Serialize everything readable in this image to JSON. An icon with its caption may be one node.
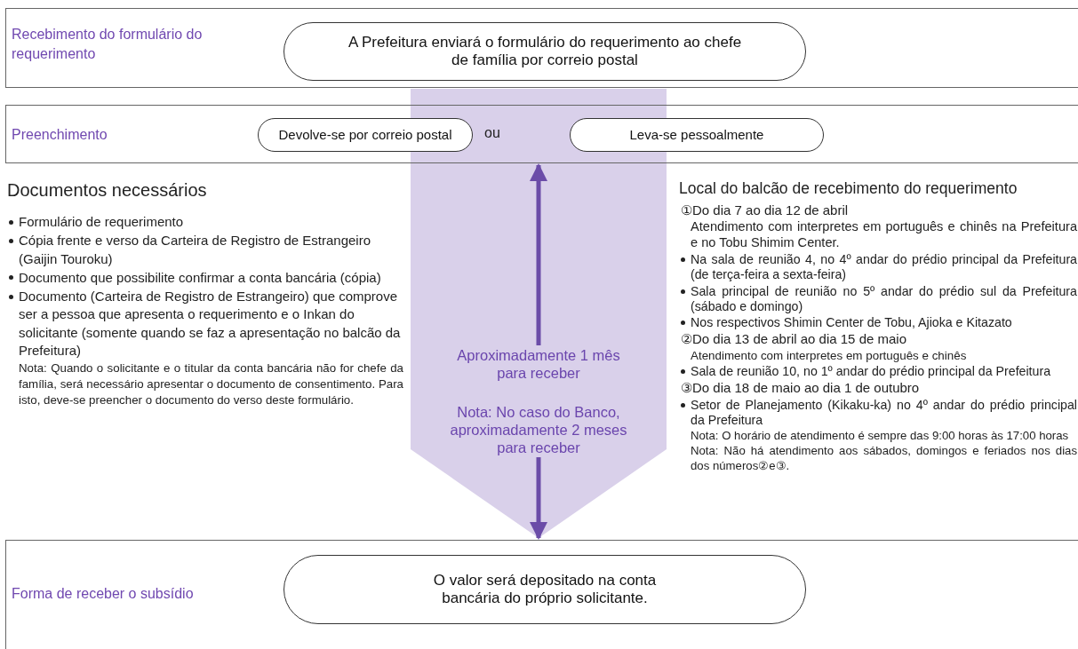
{
  "diagram": {
    "nodes": [
      {
        "text": [
          "Recebimento do formulário do requerimento"
        ]
      },
      {
        "text": [
          "A Prefeitura enviará o formulário do requerimento ao chefe de família por correio postal"
        ],
        "in": 0
      },
      {
        "text": [
          "Preenchimento"
        ]
      },
      {
        "text": [
          "Devolve-se por correio postal"
        ],
        "in": 2
      },
      {
        "text": [
          "Leva-se pessoalmente"
        ],
        "in": 2
      },
      {
        "text": [],
        "shape": "arrow"
      },
      {
        "text": [
          "Aproximadamente 1 mês para receber",
          "Nota: No caso do Banco, aproximadamente 2 meses para receber"
        ],
        "in": 5
      },
      {
        "text": [
          "Forma de receber o subsídio"
        ]
      },
      {
        "text": [
          "O valor será depositado na conta bancária do próprio solicitante."
        ],
        "in": 7
      }
    ],
    "edges": [
      {
        "from": 6,
        "to": 2,
        "arrow": "to"
      },
      {
        "from": 6,
        "to": 7,
        "arrow": "to"
      }
    ],
    "labels": [
      "ou",
      "Documentos necessários",
      "Formulário de requerimento",
      "Cópia frente e verso da Carteira de Registro de Estrangeiro (Gaijin Touroku)",
      "Documento que possibilite confirmar a conta bancária (cópia)",
      "Documento (Carteira de Registro de Estrangeiro) que comprove ser a pessoa que apresenta o requerimento e o Inkan do solicitante (somente quando se faz a apresentação no balcão da Prefeitura)",
      "Nota: Quando o solicitante e o titular da conta bancária não for chefe da família, será necessário apresentar o documento de consentimento. Para isto, deve-se preencher o documento do verso deste formulário.",
      "Local do balcão de recebimento do requerimento",
      "①Do dia 7 ao dia 12 de abril",
      "Atendimento com interpretes em português e chinês na Prefeitura e no Tobu Shimim Center.",
      "Na sala de reunião 4, no 4º andar do prédio principal da Prefeitura (de terça-feira a sexta-feira)",
      "Sala principal de reunião no 5º andar do prédio sul da Prefeitura (sábado e domingo)",
      "Nos respectivos Shimin Center de Tobu, Ajioka e Kitazato",
      "②Do dia 13 de abril ao dia 15 de maio",
      "Atendimento com interpretes em português e chinês",
      "Sala de reunião 10, no 1º andar do prédio principal da Prefeitura",
      "③Do dia 18 de maio ao dia 1 de outubro",
      "Setor de Planejamento (Kikaku-ka) no 4º andar do prédio principal da Prefeitura",
      "Nota: O horário de atendimento é sempre das 9:00 horas às 17:00 horas",
      "Nota: Não há atendimento aos sábados, domingos e feriados nos dias dos números②e③."
    ]
  }
}
